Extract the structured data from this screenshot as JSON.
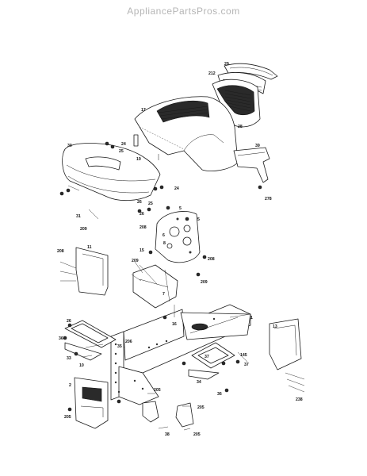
{
  "watermark": "AppliancePartsPros.com",
  "part_labels": [
    {
      "id": "p29",
      "text": "29"
    },
    {
      "id": "p212",
      "text": "212"
    },
    {
      "id": "p17",
      "text": "17"
    },
    {
      "id": "p28",
      "text": "28"
    },
    {
      "id": "p30",
      "text": "30"
    },
    {
      "id": "p24a",
      "text": "24"
    },
    {
      "id": "p25a",
      "text": "25"
    },
    {
      "id": "p19",
      "text": "19"
    },
    {
      "id": "p39",
      "text": "39"
    },
    {
      "id": "p278",
      "text": "278"
    },
    {
      "id": "p24b",
      "text": "24"
    },
    {
      "id": "p26a",
      "text": "26"
    },
    {
      "id": "p25b",
      "text": "25"
    },
    {
      "id": "p26b",
      "text": "26"
    },
    {
      "id": "p31",
      "text": "31"
    },
    {
      "id": "p209a",
      "text": "209"
    },
    {
      "id": "p5a",
      "text": "5"
    },
    {
      "id": "p5b",
      "text": "5"
    },
    {
      "id": "p208a",
      "text": "208"
    },
    {
      "id": "p6",
      "text": "6"
    },
    {
      "id": "p8",
      "text": "8"
    },
    {
      "id": "p15",
      "text": "15"
    },
    {
      "id": "p208b",
      "text": "208"
    },
    {
      "id": "p11",
      "text": "11"
    },
    {
      "id": "p208c",
      "text": "208"
    },
    {
      "id": "p209b",
      "text": "209"
    },
    {
      "id": "p7",
      "text": "7"
    },
    {
      "id": "p209c",
      "text": "209"
    },
    {
      "id": "p1",
      "text": "1"
    },
    {
      "id": "p16",
      "text": "16"
    },
    {
      "id": "p26c",
      "text": "26"
    },
    {
      "id": "p36a",
      "text": "36"
    },
    {
      "id": "p35",
      "text": "35"
    },
    {
      "id": "p206",
      "text": "206"
    },
    {
      "id": "p33",
      "text": "33"
    },
    {
      "id": "p10",
      "text": "10"
    },
    {
      "id": "p13",
      "text": "13"
    },
    {
      "id": "p145",
      "text": "145"
    },
    {
      "id": "p37a",
      "text": "37"
    },
    {
      "id": "p37b",
      "text": "37"
    },
    {
      "id": "p2",
      "text": "2"
    },
    {
      "id": "p34",
      "text": "34"
    },
    {
      "id": "p36b",
      "text": "36"
    },
    {
      "id": "p205a",
      "text": "205"
    },
    {
      "id": "p205b",
      "text": "205"
    },
    {
      "id": "p38",
      "text": "38"
    },
    {
      "id": "p205c",
      "text": "205"
    },
    {
      "id": "p205d",
      "text": "205"
    },
    {
      "id": "p238",
      "text": "238"
    }
  ]
}
